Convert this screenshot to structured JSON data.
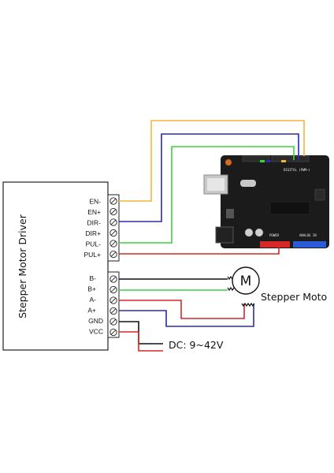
{
  "driver": {
    "title": "Stepper Motor Driver",
    "top_pins": [
      "EN-",
      "EN+",
      "DIR-",
      "DIR+",
      "PUL-",
      "PUL+"
    ],
    "bottom_pins": [
      "B-",
      "B+",
      "A-",
      "A+",
      "GND",
      "VCC"
    ]
  },
  "motor": {
    "letter": "M",
    "label": "Stepper Moto"
  },
  "power": {
    "label": "DC: 9~42V"
  },
  "board": {
    "digital_label": "DIGITAL (PWM~)",
    "analog_label": "ANALOG IN",
    "power_label": "POWER"
  },
  "colors": {
    "en_wire": "#f2b53c",
    "dir_wire": "#2b2ba8",
    "pul_wire": "#3bd43b",
    "pul_plus_wire": "#d62828",
    "motor_b_minus_wire": "#111111",
    "motor_b_plus_wire": "#3bd43b",
    "motor_a_minus_wire": "#d62828",
    "motor_a_plus_wire": "#2b2ba8",
    "gnd_wire": "#111111",
    "vcc_wire": "#d62828",
    "board": "#1b1b1b",
    "header_red": "#d62828",
    "header_blue": "#2b5bd6"
  }
}
